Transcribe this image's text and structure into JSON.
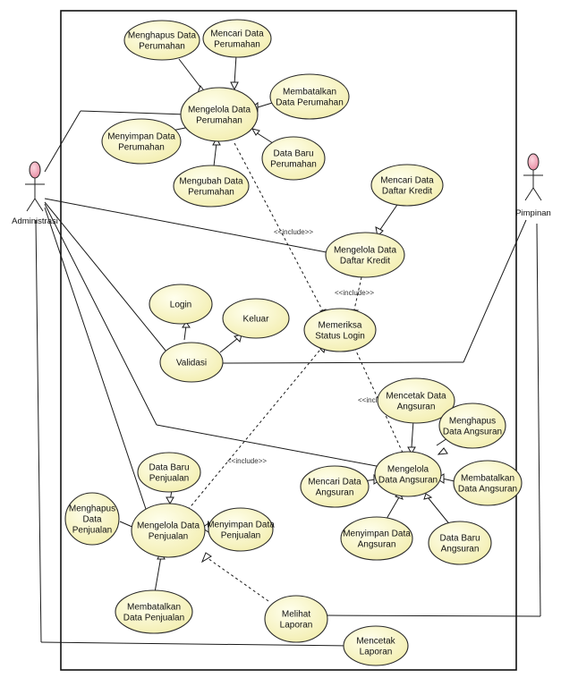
{
  "actors": [
    {
      "id": "admin",
      "label": "Administrasi"
    },
    {
      "id": "pimpinan",
      "label": "Pimpinan"
    }
  ],
  "use_cases": [
    {
      "id": "hapus_perum",
      "lines": [
        "Menghapus Data",
        "Perumahan"
      ]
    },
    {
      "id": "cari_perum",
      "lines": [
        "Mencari Data",
        "Perumahan"
      ]
    },
    {
      "id": "kelola_perum",
      "lines": [
        "Mengelola Data",
        "Perumahan"
      ]
    },
    {
      "id": "batal_perum",
      "lines": [
        "Membatalkan",
        "Data Perumahan"
      ]
    },
    {
      "id": "simpan_perum",
      "lines": [
        "Menyimpan Data",
        "Perumahan"
      ]
    },
    {
      "id": "baru_perum",
      "lines": [
        "Data Baru",
        "Perumahan"
      ]
    },
    {
      "id": "ubah_perum",
      "lines": [
        "Mengubah Data",
        "Perumahan"
      ]
    },
    {
      "id": "cari_kredit",
      "lines": [
        "Mencari Data",
        "Daftar Kredit"
      ]
    },
    {
      "id": "kelola_kredit",
      "lines": [
        "Mengelola Data",
        "Daftar Kredit"
      ]
    },
    {
      "id": "login",
      "lines": [
        "Login"
      ]
    },
    {
      "id": "keluar",
      "lines": [
        "Keluar"
      ]
    },
    {
      "id": "periksa",
      "lines": [
        "Memeriksa",
        "Status Login"
      ]
    },
    {
      "id": "validasi",
      "lines": [
        "Validasi"
      ]
    },
    {
      "id": "cetak_ang",
      "lines": [
        "Mencetak Data",
        "Angsuran"
      ]
    },
    {
      "id": "hapus_ang",
      "lines": [
        "Menghapus",
        "Data Angsuran"
      ]
    },
    {
      "id": "baru_penj",
      "lines": [
        "Data Baru",
        "Penjualan"
      ]
    },
    {
      "id": "kelola_ang",
      "lines": [
        "Mengelola",
        "Data Angsuran"
      ]
    },
    {
      "id": "cari_ang",
      "lines": [
        "Mencari Data",
        "Angsuran"
      ]
    },
    {
      "id": "batal_ang",
      "lines": [
        "Membatalkan",
        "Data Angsuran"
      ]
    },
    {
      "id": "hapus_penj",
      "lines": [
        "Menghapus",
        "Data",
        "Penjualan"
      ]
    },
    {
      "id": "kelola_penj",
      "lines": [
        "Mengelola Data",
        "Penjualan"
      ]
    },
    {
      "id": "simpan_penj",
      "lines": [
        "Menyimpan Data",
        "Penjualan"
      ]
    },
    {
      "id": "simpan_ang",
      "lines": [
        "Menyimpan Data",
        "Angsuran"
      ]
    },
    {
      "id": "baru_ang",
      "lines": [
        "Data Baru",
        "Angsuran"
      ]
    },
    {
      "id": "batal_penj",
      "lines": [
        "Membatalkan",
        "Data Penjualan"
      ]
    },
    {
      "id": "lihat_lap",
      "lines": [
        "Melihat",
        "Laporan"
      ]
    },
    {
      "id": "cetak_lap",
      "lines": [
        "Mencetak",
        "Laporan"
      ]
    }
  ],
  "stereotypes": {
    "s1": "<<include>>",
    "s2": "<<include>>",
    "s3": "<<include>>",
    "s4": "<<include>>"
  },
  "colors": {
    "usecase_fill": "#fbf7c8",
    "usecase_stroke": "#2a2a2a",
    "actor_head": "#f0a9ba",
    "line": "#1a1a1a"
  }
}
